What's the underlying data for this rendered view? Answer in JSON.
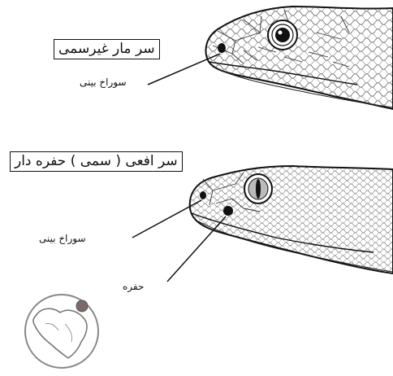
{
  "figure": {
    "nonvenomous": {
      "title": "سر مار غیرسمی",
      "nostril_label": "سوراخ بینی"
    },
    "venomous": {
      "title": "سر افعی ( سمی ) حفره دار",
      "nostril_label": "سوراخ بینی",
      "pit_label": "حفره"
    }
  }
}
